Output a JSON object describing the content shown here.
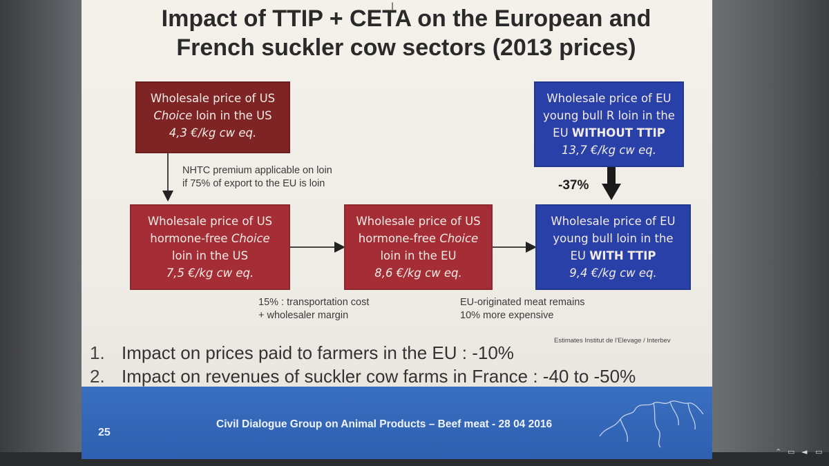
{
  "slide": {
    "title_line1": "Impact of TTIP + CETA on the European and",
    "title_line2": "French suckler cow sectors (2013 prices)",
    "boxes": {
      "us_choice": {
        "line1": "Wholesale price of US",
        "line2_em": "Choice",
        "line2_rest": " loin in the US",
        "price": "4,3 €/kg cw eq."
      },
      "eu_young_bull_without": {
        "line1": "Wholesale price of EU",
        "line2": "young bull R loin in the",
        "line3_pre": "EU ",
        "line3_bold": "WITHOUT TTIP",
        "price": "13,7 €/kg cw eq."
      },
      "us_hormone_free_us": {
        "line1": "Wholesale price of US",
        "line2_pre": "hormone-free ",
        "line2_em": "Choice",
        "line3": "loin in the US",
        "price": "7,5 €/kg cw eq."
      },
      "us_hormone_free_eu": {
        "line1": "Wholesale price of US",
        "line2_pre": "hormone-free ",
        "line2_em": "Choice",
        "line3": "loin in the EU",
        "price": "8,6 €/kg cw eq."
      },
      "eu_young_bull_with": {
        "line1": "Wholesale price of EU",
        "line2": "young bull loin in the",
        "line3_pre": "EU ",
        "line3_bold": "WITH TTIP",
        "price": "9,4 €/kg cw eq."
      }
    },
    "notes": {
      "nhtc_line1": "NHTC premium applicable on loin",
      "nhtc_line2": "if 75% of export to the EU is loin",
      "transport_line1": "15% : transportation cost",
      "transport_line2": "+ wholesaler margin",
      "eu_origin_line1": "EU-originated meat remains",
      "eu_origin_line2": "10% more expensive",
      "drop": "-37%"
    },
    "source": "Estimates Institut de l'Elevage / Interbev",
    "impacts": [
      {
        "num": "1.",
        "text": "Impact on prices paid to farmers in the EU : -10%"
      },
      {
        "num": "2.",
        "text": "Impact on revenues of suckler cow farms in France : -40 to -50%"
      }
    ],
    "footer": {
      "page_number": "25",
      "caption": "Civil Dialogue Group on Animal Products – Beef meat - 28 04 2016"
    }
  },
  "colors": {
    "dark_red": "#7e2424",
    "red": "#a52e36",
    "blue": "#2840a8",
    "footer_blue": "#3a6fc0"
  },
  "icons": [
    "text-cursor-icon",
    "europe-map-icon",
    "chevron-up-icon",
    "network-icon",
    "speaker-icon",
    "battery-icon"
  ]
}
